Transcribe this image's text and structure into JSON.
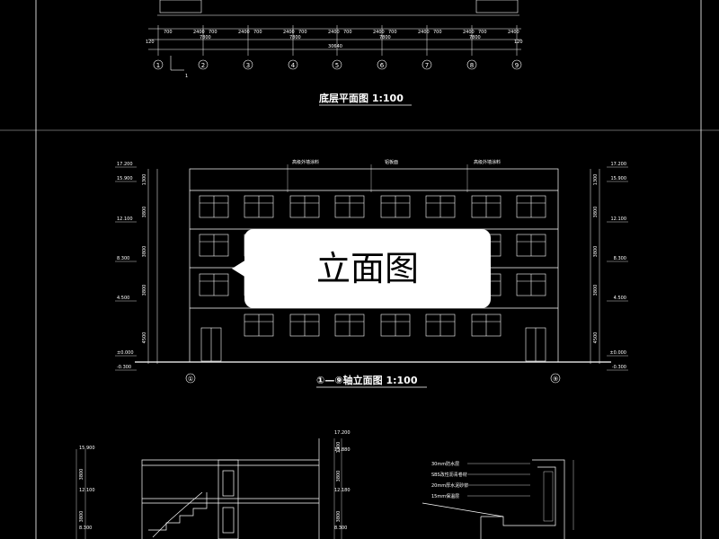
{
  "plan": {
    "title": "底层平面图 1:100",
    "bay_dims": [
      "700",
      "2400",
      "700",
      "2400",
      "700",
      "2400",
      "700",
      "2400",
      "700",
      "2400",
      "700",
      "2400",
      "700",
      "2400",
      "700",
      "2400"
    ],
    "module_dims": [
      "7800",
      "7800",
      "7800",
      "7800"
    ],
    "overall": "30640",
    "edge_left": "120",
    "edge_right": "120",
    "axes": [
      "1",
      "2",
      "3",
      "4",
      "5",
      "6",
      "7",
      "8",
      "9"
    ]
  },
  "elevation": {
    "title": "①—⑨轴立面图 1:100",
    "levels_left": [
      "17.200",
      "15.900",
      "12.100",
      "8.300",
      "4.500",
      "±0.000",
      "-0.300"
    ],
    "levels_right": [
      "17.200",
      "15.900",
      "12.100",
      "8.300",
      "4.500",
      "±0.000",
      "-0.300"
    ],
    "story_dims": [
      "1300",
      "3800",
      "3800",
      "3800",
      "4500"
    ],
    "notes": [
      "高级外墙涂料",
      "铝板面",
      "高级外墙涂料"
    ],
    "axis_left": "①",
    "axis_right": "⑨"
  },
  "callout": {
    "label": "立面图"
  },
  "section": {
    "levels_left": [
      "15.900",
      "12.100",
      "8.300"
    ],
    "levels_right": [
      "17.200",
      "15.880",
      "12.180",
      "8.300"
    ],
    "dims_left": [
      "3800",
      "3800"
    ],
    "dims_right": [
      "1300",
      "3800",
      "3800"
    ],
    "detail_notes": [
      "30mm防水层",
      "SBS改性沥青卷材",
      "20mm厚水泥砂浆",
      "15mm保温层"
    ]
  },
  "colors": {
    "background": "#000000",
    "lines": "#ffffff",
    "callout": "#ffffff"
  }
}
